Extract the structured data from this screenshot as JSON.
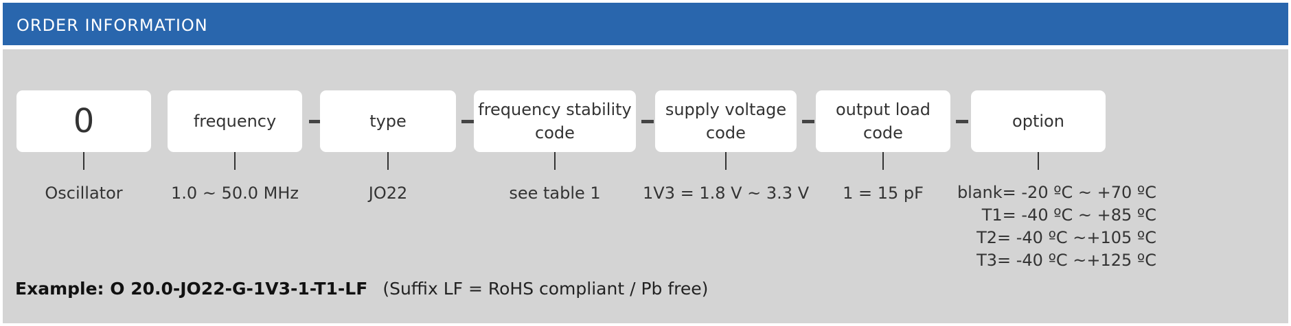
{
  "header": {
    "title": "ORDER INFORMATION"
  },
  "fields": [
    {
      "box": "0",
      "desc": "Oscillator"
    },
    {
      "box": "frequency",
      "desc": "1.0 ~ 50.0 MHz"
    },
    {
      "box": "type",
      "desc": "JO22"
    },
    {
      "box_line1": "frequency stability",
      "box_line2": "code",
      "desc": "see table 1"
    },
    {
      "box_line1": "supply voltage",
      "box_line2": "code",
      "desc": "1V3 = 1.8 V ~ 3.3 V"
    },
    {
      "box_line1": "output load",
      "box_line2": "code",
      "desc": "1 = 15 pF"
    },
    {
      "box": "option"
    }
  ],
  "separator": "-",
  "options": [
    {
      "key": "blank",
      "value": " = -20 ºC ~ +70 ºC"
    },
    {
      "key": "T1",
      "value": " = -40 ºC ~ +85 ºC"
    },
    {
      "key": "T2",
      "value": " = -40 ºC ~+105 ºC"
    },
    {
      "key": "T3",
      "value": " = -40 ºC ~+125 ºC"
    }
  ],
  "example": {
    "label": "Example: O 20.0-JO22-G-1V3-1-T1-LF",
    "note": "(Suffix LF = RoHS compliant / Pb free)"
  }
}
